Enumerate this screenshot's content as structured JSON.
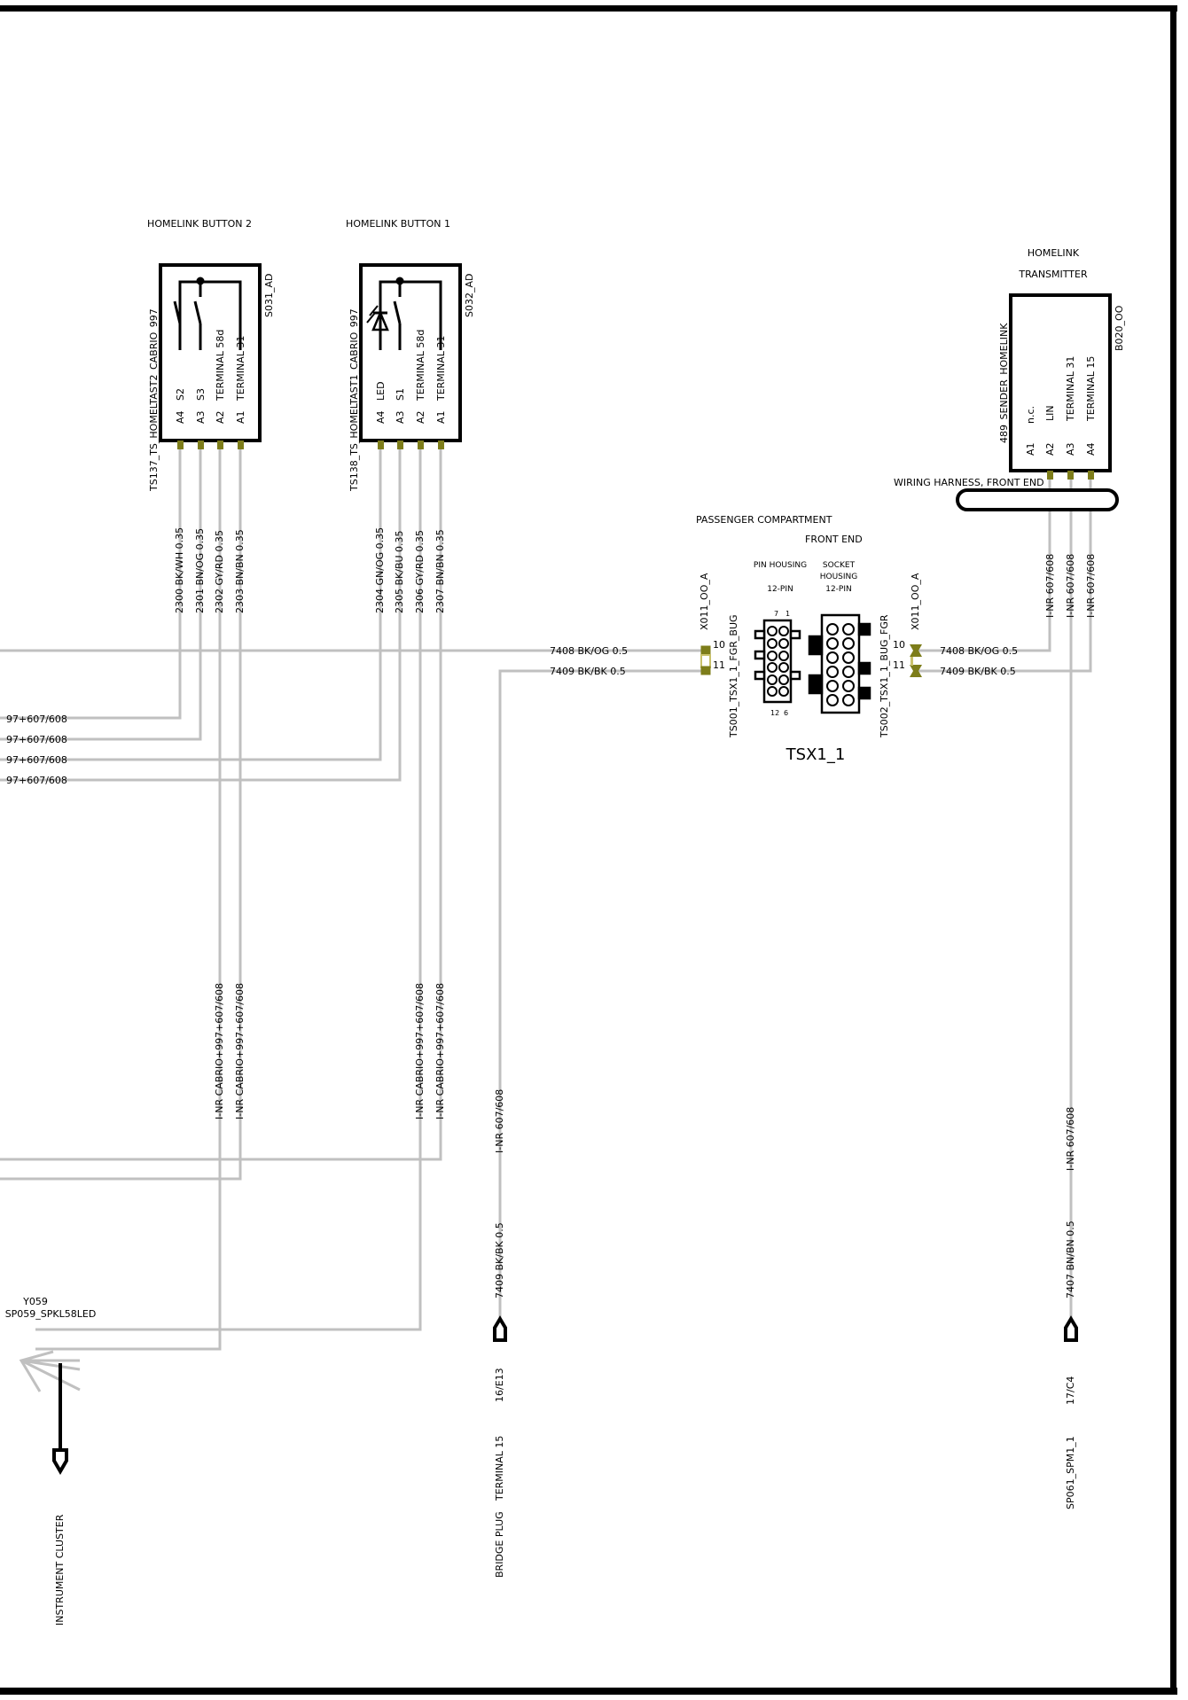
{
  "homelink_button_2": {
    "title": "HOMELINK BUTTON 2",
    "part_id": "TS137_TS_HOMELTAST2_CABRIO_997",
    "connector": "S031_AD",
    "pins": [
      "A4",
      "A3",
      "A2",
      "A1"
    ],
    "pin_names": [
      "S2",
      "S3",
      "TERMINAL 58d",
      "TERMINAL 31"
    ],
    "wires": [
      "2300 BK/WH 0.35",
      "2301 BN/OG 0.35",
      "2302 GY/RD 0.35",
      "2303 BN/BN 0.35"
    ],
    "lower_wire_labels": [
      "I-NR CABRIO+997+607/608",
      "I-NR CABRIO+997+607/608"
    ]
  },
  "homelink_button_1": {
    "title": "HOMELINK BUTTON 1",
    "part_id": "TS138_TS_HOMELTAST1_CABRIO_997",
    "connector": "S032_AD",
    "pins": [
      "A4",
      "A3",
      "A2",
      "A1"
    ],
    "pin_names": [
      "LED",
      "S1",
      "TERMINAL 58d",
      "TERMINAL 31"
    ],
    "wires": [
      "2304 GN/OG 0.35",
      "2305 BK/BU 0.35",
      "2306 GY/RD 0.35",
      "2307 BN/BN 0.35"
    ],
    "lower_wire_labels": [
      "I-NR CABRIO+997+607/608",
      "I-NR CABRIO+997+607/608"
    ]
  },
  "left_wire_labels": [
    "97+607/608",
    "97+607/608",
    "97+607/608",
    "97+607/608"
  ],
  "transmitter": {
    "title_line1": "HOMELINK",
    "title_line2": "TRANSMITTER",
    "part_id": "489_SENDER_HOMELINK",
    "connector": "B020_OO",
    "pins": [
      "A1",
      "A2",
      "A3",
      "A4"
    ],
    "pin_names": [
      "n.c.",
      "LIN",
      "TERMINAL 31",
      "TERMINAL 15"
    ],
    "harness": "WIRING HARNESS, FRONT END",
    "wire_labels": [
      "I-NR 607/608",
      "I-NR 607/608",
      "I-NR 607/608"
    ]
  },
  "separation_point": {
    "zone_left": "PASSENGER COMPARTMENT",
    "zone_right": "FRONT END",
    "pin_housing_line1": "PIN HOUSING",
    "pin_housing_line2": "12-PIN",
    "socket_housing_line1": "SOCKET",
    "socket_housing_line2": "HOUSING",
    "socket_housing_line3": "12-PIN",
    "left_connector": "X011_OO_A",
    "right_connector": "X011_OO_A",
    "left_id": "TS001_TSX1_1_FGR_BUG",
    "right_id": "TS002_TSX1_1_BUG_FGR",
    "pin_10": "10",
    "pin_11": "11",
    "name": "TSX1_1",
    "left_wires": [
      "7408 BK/OG 0.5",
      "7409 BK/BK 0.5"
    ],
    "right_wires": [
      "7408 BK/OG 0.5",
      "7409 BK/BK 0.5"
    ],
    "pin_numbers_top": [
      "7",
      "1"
    ],
    "pin_numbers_bottom": [
      "12",
      "6"
    ]
  },
  "bridge_plug": {
    "wire_label_top": "I-NR 607/608",
    "wire": "7409 BK/BK 0.5",
    "ref": "16/E13",
    "name": "TERMINAL 15",
    "type": "BRIDGE PLUG"
  },
  "sp061": {
    "wire_label_top": "I-NR 607/608",
    "wire": "7407 BN/BN 0.5",
    "ref": "17/C4",
    "name": "SP061_SPM1_1"
  },
  "splice": {
    "id": "Y059",
    "name": "SP059_SPKL58LED",
    "destination": "INSTRUMENT CLUSTER"
  },
  "colors": {
    "wire": "#c0c0c0",
    "pin": "#7d7d1a",
    "frame": "#000000"
  }
}
